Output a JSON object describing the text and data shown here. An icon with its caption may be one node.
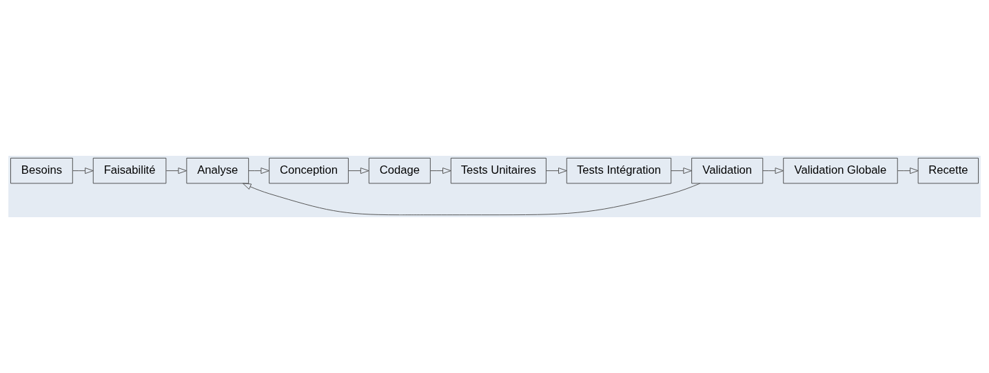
{
  "diagram": {
    "nodes": [
      {
        "text": [
          "Besoins"
        ]
      },
      {
        "text": [
          "Faisabilité"
        ]
      },
      {
        "text": [
          "Analyse"
        ]
      },
      {
        "text": [
          "Conception"
        ]
      },
      {
        "text": [
          "Codage"
        ]
      },
      {
        "text": [
          "Tests Unitaires"
        ]
      },
      {
        "text": [
          "Tests Intégration"
        ]
      },
      {
        "text": [
          "Validation"
        ]
      },
      {
        "text": [
          "Validation Globale"
        ]
      },
      {
        "text": [
          "Recette"
        ]
      }
    ],
    "edges": [
      {
        "from": 0,
        "to": 1,
        "arrow": "to"
      },
      {
        "from": 1,
        "to": 2,
        "arrow": "to"
      },
      {
        "from": 2,
        "to": 3,
        "arrow": "to"
      },
      {
        "from": 3,
        "to": 4,
        "arrow": "to"
      },
      {
        "from": 4,
        "to": 5,
        "arrow": "to"
      },
      {
        "from": 5,
        "to": 6,
        "arrow": "to"
      },
      {
        "from": 6,
        "to": 7,
        "arrow": "to"
      },
      {
        "from": 7,
        "to": 2,
        "arrow": "to"
      },
      {
        "from": 7,
        "to": 8,
        "arrow": "to"
      },
      {
        "from": 8,
        "to": 9,
        "arrow": "to"
      }
    ]
  }
}
